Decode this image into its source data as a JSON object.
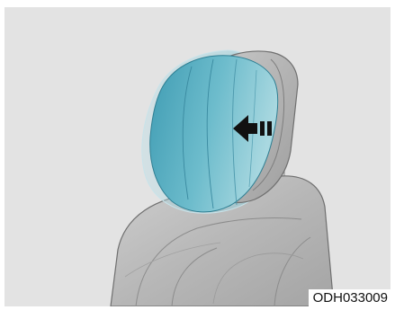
{
  "illustration": {
    "subject": "seat-headrest-adjustment",
    "arrow_direction": "forward-left",
    "colors": {
      "background": "#e3e3e3",
      "seat": "#bdbdbd",
      "headrest_highlight": "#5fb4c6",
      "arrow": "#111111"
    }
  },
  "figure_code": "ODH033009"
}
